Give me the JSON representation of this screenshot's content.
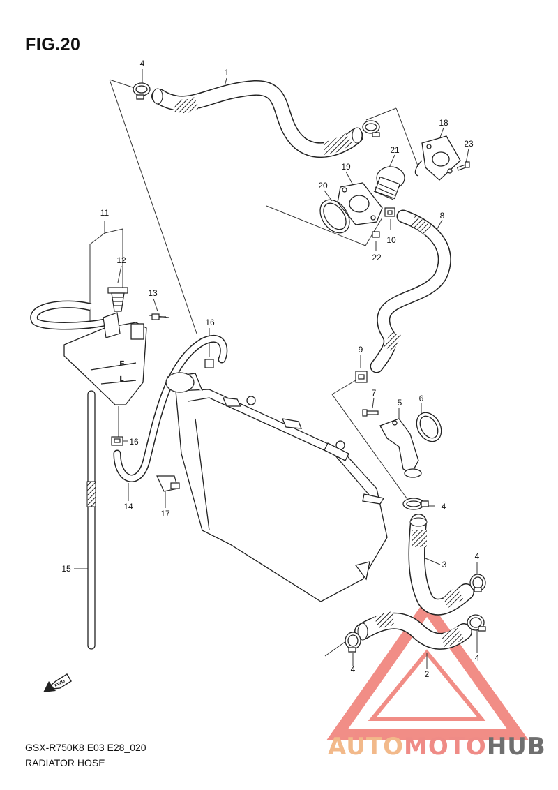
{
  "figure": {
    "title": "FIG.20"
  },
  "footer": {
    "model_code": "GSX-R750K8 E03 E28_020",
    "section_name": "RADIATOR HOSE"
  },
  "watermark": {
    "part1": "AUTO",
    "part2": "MOTO",
    "part3": "HUB"
  },
  "fwd_label": "FWD",
  "callouts": [
    {
      "id": "c4a",
      "text": "4"
    },
    {
      "id": "c1",
      "text": "1"
    },
    {
      "id": "c18",
      "text": "18"
    },
    {
      "id": "c23",
      "text": "23"
    },
    {
      "id": "c21",
      "text": "21"
    },
    {
      "id": "c19",
      "text": "19"
    },
    {
      "id": "c20",
      "text": "20"
    },
    {
      "id": "c8",
      "text": "8"
    },
    {
      "id": "c10",
      "text": "10"
    },
    {
      "id": "c22",
      "text": "22"
    },
    {
      "id": "c11",
      "text": "11"
    },
    {
      "id": "c12",
      "text": "12"
    },
    {
      "id": "c13",
      "text": "13"
    },
    {
      "id": "c16a",
      "text": "16"
    },
    {
      "id": "c9",
      "text": "9"
    },
    {
      "id": "c7",
      "text": "7"
    },
    {
      "id": "c5",
      "text": "5"
    },
    {
      "id": "c6",
      "text": "6"
    },
    {
      "id": "c16b",
      "text": "16"
    },
    {
      "id": "c14",
      "text": "14"
    },
    {
      "id": "c17",
      "text": "17"
    },
    {
      "id": "c4b",
      "text": "4"
    },
    {
      "id": "c3",
      "text": "3"
    },
    {
      "id": "c4c",
      "text": "4"
    },
    {
      "id": "c15",
      "text": "15"
    },
    {
      "id": "c4d",
      "text": "4"
    },
    {
      "id": "c2",
      "text": "2"
    },
    {
      "id": "c4e",
      "text": "4"
    }
  ],
  "colors": {
    "line": "#222222",
    "watermark_red": "#ef7a72",
    "watermark_orange": "#f2b98a",
    "watermark_gray": "#6f6f6f"
  }
}
